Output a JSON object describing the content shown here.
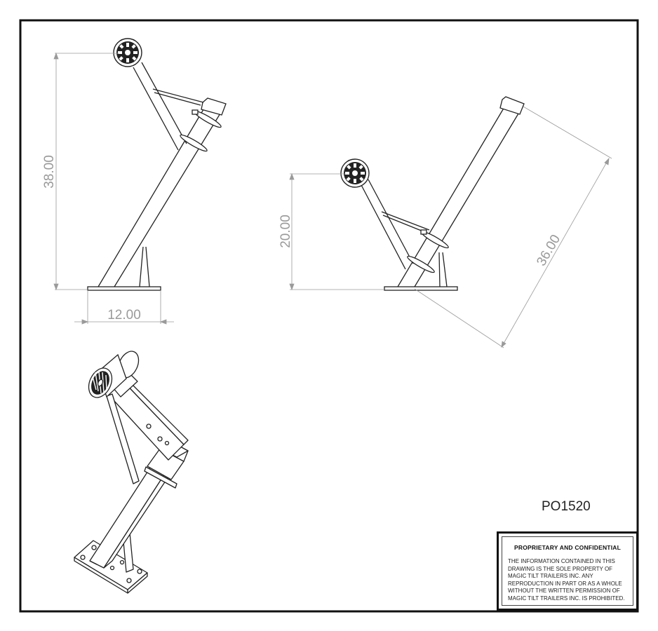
{
  "dimensions": {
    "front_height": "38.00",
    "front_width": "12.00",
    "side_height": "20.00",
    "side_length": "36.00"
  },
  "part_number": "PO1520",
  "title_block": {
    "heading": "PROPRIETARY AND CONFIDENTIAL",
    "notice": "THE INFORMATION CONTAINED IN THIS DRAWING IS THE SOLE PROPERTY OF MAGIC TILT TRAILERS INC.  ANY REPRODUCTION IN PART OR AS A WHOLE WITHOUT THE WRITTEN PERMISSION OF MAGIC TILT TRAILERS INC. IS PROHIBITED."
  },
  "colors": {
    "line": "#222222",
    "dimension": "#9a9a9a",
    "border": "#111111"
  }
}
